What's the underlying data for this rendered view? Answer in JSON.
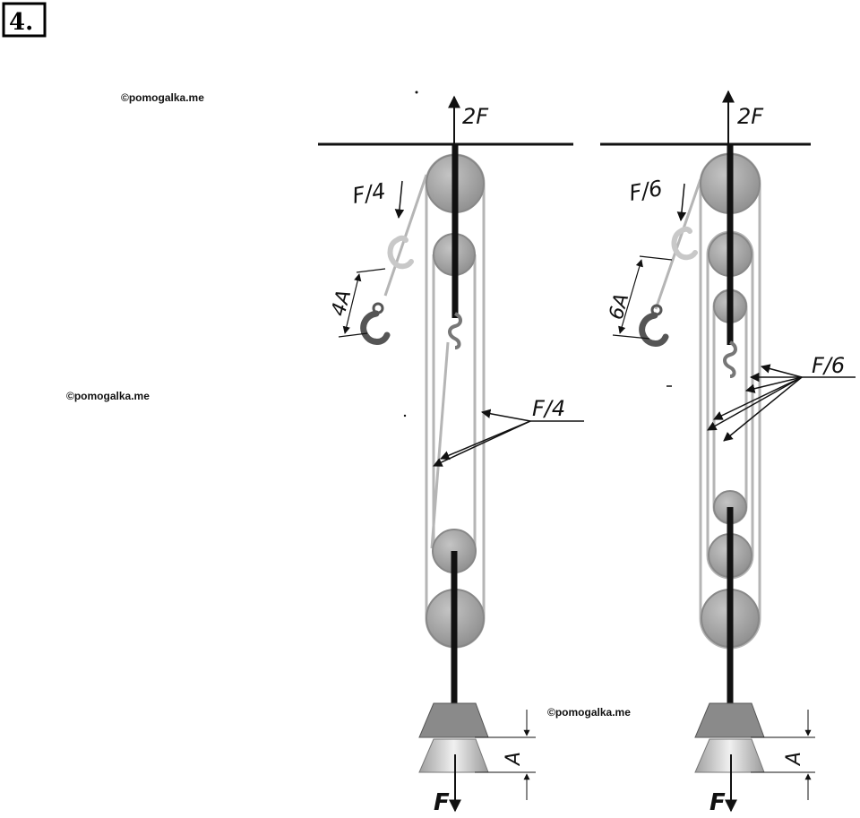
{
  "problem_number": "4.",
  "watermark": "©pomogalka.me",
  "left": {
    "top_force": "2F",
    "rope_force": "F/4",
    "displacement": "4A",
    "load_displacement": "A",
    "load_force": "F"
  },
  "right": {
    "top_force": "2F",
    "rope_force": "F/6",
    "displacement": "6A",
    "load_displacement": "A",
    "load_force": "F"
  },
  "colors": {
    "pulley": "#a9a9a9",
    "rope": "#b5b5b5",
    "axle": "#111111",
    "weight_top": "#8a8a8a",
    "weight_bottom": "#c8c8c8"
  }
}
